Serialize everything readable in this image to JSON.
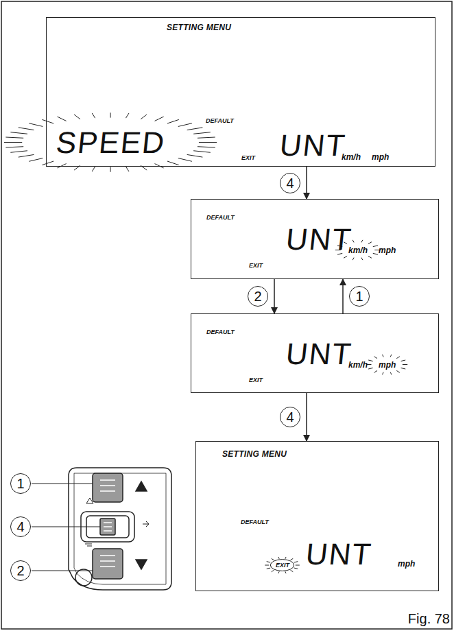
{
  "diagram": {
    "caption": "Fig. 78",
    "nodes": [
      {
        "text": [
          "SETTING MENU",
          "DEFAULT",
          "SPEED",
          "EXIT",
          "UNT",
          "km/h",
          "mph"
        ]
      },
      {
        "text": [
          "DEFAULT",
          "EXIT",
          "UNT",
          "km/h",
          "mph"
        ]
      },
      {
        "text": [
          "DEFAULT",
          "EXIT",
          "UNT",
          "km/h",
          "mph"
        ]
      },
      {
        "text": [
          "SETTING MENU",
          "DEFAULT",
          "EXIT",
          "UNT",
          "mph"
        ]
      }
    ],
    "edges": [
      {
        "from": 0,
        "to": 1,
        "label": "4",
        "arrow": "to"
      },
      {
        "from": 1,
        "to": 2,
        "label": "2",
        "arrow": "to"
      },
      {
        "from": 2,
        "to": 1,
        "label": "1",
        "arrow": "to"
      },
      {
        "from": 2,
        "to": 3,
        "label": "4",
        "arrow": "to"
      }
    ],
    "labels": [
      "1",
      "4",
      "2"
    ]
  }
}
